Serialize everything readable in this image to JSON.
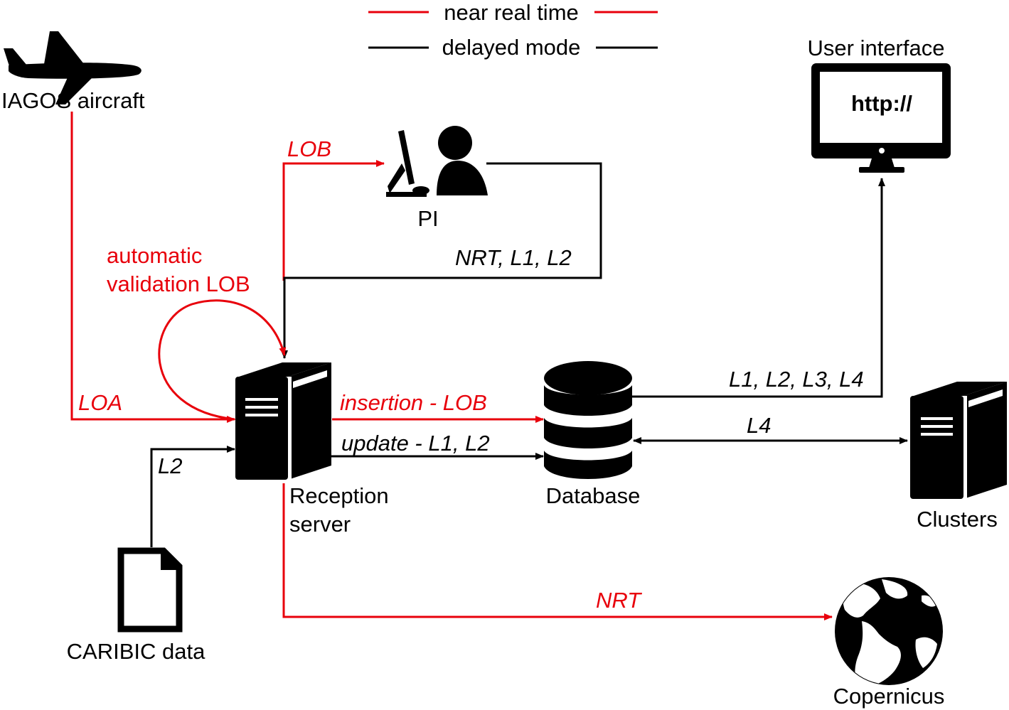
{
  "colors": {
    "near_real_time": "#e8000b",
    "delayed": "#000000"
  },
  "legend": {
    "near_real_time": "near real time",
    "delayed_mode": "delayed mode"
  },
  "nodes": {
    "aircraft": "IAGOS aircraft",
    "pi": "PI",
    "user_interface": "User interface",
    "screen_text": "http://",
    "reception_line1": "Reception",
    "reception_line2": "server",
    "database": "Database",
    "clusters": "Clusters",
    "caribic": "CARIBIC data",
    "copernicus": "Copernicus"
  },
  "edges": {
    "lob": "LOB",
    "auto_validation_line1": "automatic",
    "auto_validation_line2": "validation LOB",
    "nrt_l1_l2": "NRT, L1, L2",
    "loa": "LOA",
    "l2": "L2",
    "insertion": "insertion - LOB",
    "update": "update - L1, L2",
    "db_to_ui": "L1, L2, L3, L4",
    "db_clusters": "L4",
    "nrt": "NRT"
  },
  "icons": [
    "airplane-icon",
    "pi-user-icon",
    "monitor-icon",
    "server-icon",
    "database-icon",
    "document-icon",
    "globe-icon"
  ]
}
